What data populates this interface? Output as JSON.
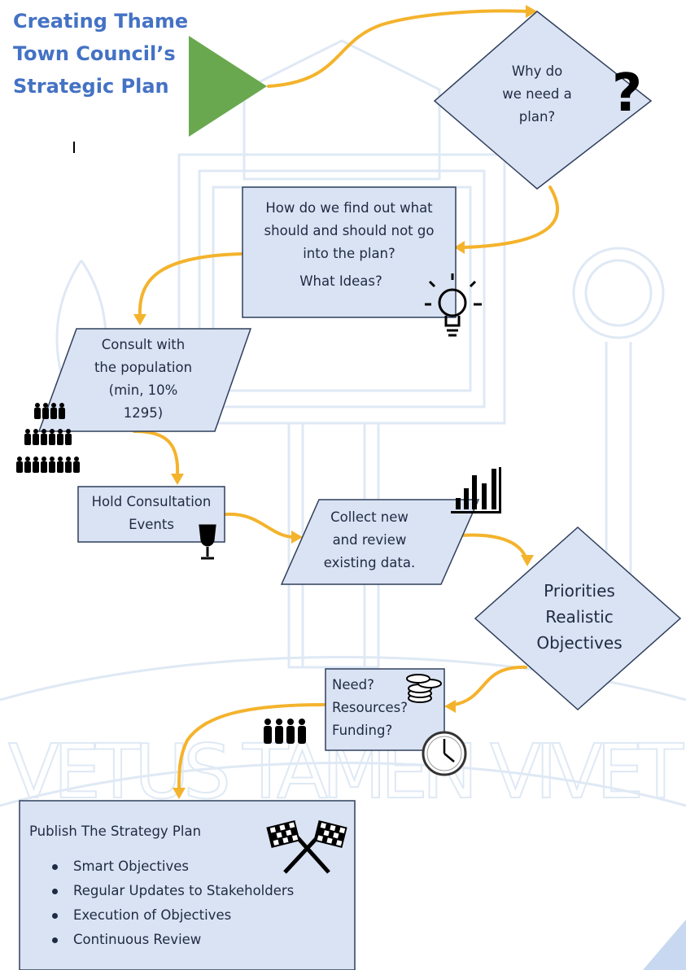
{
  "title": {
    "line1": "Creating Thame",
    "line2": "Town Council’s",
    "line3": "Strategic Plan"
  },
  "watermark": {
    "motto": "VETUS TAMEN VIVET"
  },
  "steps": {
    "why": {
      "line1": "Why do",
      "line2": "we need a",
      "line3": "plan?"
    },
    "find": {
      "line1": "How do we find out what",
      "line2": "should and should not go",
      "line3": "into the plan?",
      "line4": "What Ideas?"
    },
    "consult": {
      "line1": "Consult with",
      "line2": "the population",
      "line3": "(min, 10%",
      "line4": "1295)"
    },
    "events": {
      "line1": "Hold Consultation",
      "line2": "Events"
    },
    "collect": {
      "line1": "Collect new",
      "line2": "and review",
      "line3": "existing data."
    },
    "priorities": {
      "line1": "Priorities",
      "line2": "Realistic",
      "line3": "Objectives"
    },
    "need": {
      "line1": "Need?",
      "line2": "Resources?",
      "line3": "Funding?"
    }
  },
  "publish": {
    "title": "Publish The Strategy Plan",
    "items": [
      "Smart Objectives",
      "Regular Updates to Stakeholders",
      "Execution of Objectives",
      "Continuous Review"
    ]
  },
  "icons": [
    "start-triangle-icon",
    "question-mark-icon",
    "lightbulb-icon",
    "crowd-icon",
    "wine-glass-icon",
    "bar-chart-icon",
    "coins-icon",
    "people-icon",
    "clock-icon",
    "checkered-flags-icon"
  ],
  "colors": {
    "shape_fill": "#dae3f3",
    "shape_stroke": "#2f3f5c",
    "arrow": "#f4b32c",
    "title": "#4472c4",
    "start": "#6aa84f",
    "watermark": "#d6e4f2"
  }
}
